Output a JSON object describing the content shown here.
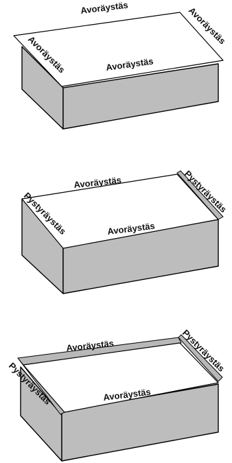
{
  "diagrams": [
    {
      "labels": {
        "top": "Avoräystäs",
        "right": "Avoräystäs",
        "left": "Avoräystäs",
        "front": "Avoräystäs"
      }
    },
    {
      "labels": {
        "top": "Avoräystäs",
        "right": "Pystyräystäs",
        "left": "Pystyräystäs",
        "front": "Avoräystäs"
      }
    },
    {
      "labels": {
        "top": "Avoräystäs",
        "right": "Pystyräystäs",
        "left": "Pystyräystäs",
        "front": "Avoräystäs"
      }
    }
  ],
  "colors": {
    "wall": "#bdbdbd",
    "roof": "#ffffff",
    "upstand": "#b8b8b8",
    "outline": "#000000"
  }
}
